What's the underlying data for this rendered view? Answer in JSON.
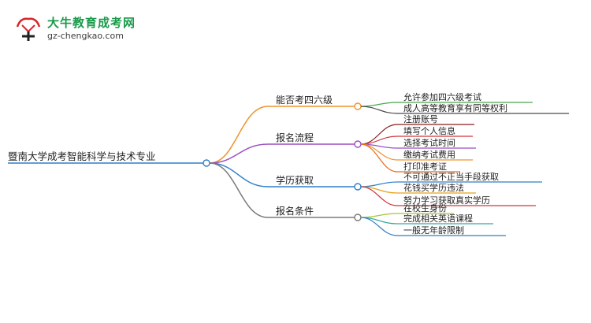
{
  "logo": {
    "title": "大牛教育成考网",
    "url": "gz-chengkao.com",
    "colors": {
      "red": "#d8262b",
      "green": "#1a9a4a"
    }
  },
  "mindmap": {
    "root": "暨南大学成考智能科学与技术专业",
    "branches": [
      {
        "label": "能否考四六级",
        "color": "#f0922a",
        "children": [
          {
            "label": "允许参加四六级考试",
            "color": "#4aa84a"
          },
          {
            "label": "成人高等教育享有同等权利",
            "color": "#4a4a4a"
          }
        ]
      },
      {
        "label": "报名流程",
        "color": "#9b4fc4",
        "children": [
          {
            "label": "注册账号",
            "color": "#8a1c1c"
          },
          {
            "label": "填写个人信息",
            "color": "#d0343a"
          },
          {
            "label": "选择考试时间",
            "color": "#9b4fc4"
          },
          {
            "label": "缴纳考试费用",
            "color": "#f0922a"
          },
          {
            "label": "打印准考证",
            "color": "#e86a1a"
          }
        ]
      },
      {
        "label": "学历获取",
        "color": "#2f7fc8",
        "children": [
          {
            "label": "不可通过不正当手段获取",
            "color": "#2f7fc8"
          },
          {
            "label": "花钱买学历违法",
            "color": "#e8a11a"
          },
          {
            "label": "努力学习获取真实学历",
            "color": "#d0343a"
          }
        ]
      },
      {
        "label": "报名条件",
        "color": "#7a7a7a",
        "children": [
          {
            "label": "在校生身份",
            "color": "#a8c43a"
          },
          {
            "label": "完成相关英语课程",
            "color": "#3aa8a0"
          },
          {
            "label": "一般无年龄限制",
            "color": "#2f7fc8"
          }
        ]
      }
    ]
  }
}
